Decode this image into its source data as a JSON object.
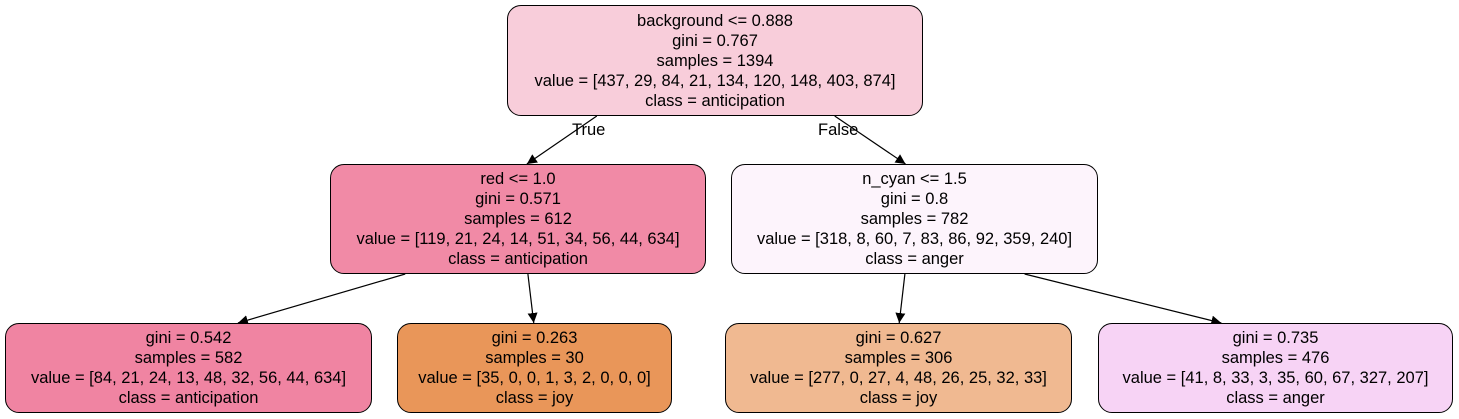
{
  "tree": {
    "edge_labels": {
      "left": "True",
      "right": "False"
    },
    "nodes": [
      {
        "id": "root",
        "split": "background <= 0.888",
        "gini": "gini = 0.767",
        "samples": "samples = 1394",
        "value": "value = [437, 29, 84, 21, 134, 120, 148, 403, 874]",
        "class": "class = anticipation",
        "fill": "#f8cdda"
      },
      {
        "id": "n1",
        "split": "red <= 1.0",
        "gini": "gini = 0.571",
        "samples": "samples = 612",
        "value": "value = [119, 21, 24, 14, 51, 34, 56, 44, 634]",
        "class": "class = anticipation",
        "fill": "#f18aa6"
      },
      {
        "id": "n2",
        "split": "n_cyan <= 1.5",
        "gini": "gini = 0.8",
        "samples": "samples = 782",
        "value": "value = [318, 8, 60, 7, 83, 86, 92, 359, 240]",
        "class": "class = anger",
        "fill": "#fdf4fc"
      },
      {
        "id": "n3",
        "split": "",
        "gini": "gini = 0.542",
        "samples": "samples = 582",
        "value": "value = [84, 21, 24, 13, 48, 32, 56, 44, 634]",
        "class": "class = anticipation",
        "fill": "#f084a2"
      },
      {
        "id": "n4",
        "split": "",
        "gini": "gini = 0.263",
        "samples": "samples = 30",
        "value": "value = [35, 0, 0, 1, 3, 2, 0, 0, 0]",
        "class": "class = joy",
        "fill": "#e99659"
      },
      {
        "id": "n5",
        "split": "",
        "gini": "gini = 0.627",
        "samples": "samples = 306",
        "value": "value = [277, 0, 27, 4, 48, 26, 25, 32, 33]",
        "class": "class = joy",
        "fill": "#f0b991"
      },
      {
        "id": "n6",
        "split": "",
        "gini": "gini = 0.735",
        "samples": "samples = 476",
        "value": "value = [41, 8, 33, 3, 35, 60, 67, 327, 207]",
        "class": "class = anger",
        "fill": "#f7d3f5"
      }
    ],
    "edges": [
      {
        "from": "root",
        "to": "n1"
      },
      {
        "from": "root",
        "to": "n2"
      },
      {
        "from": "n1",
        "to": "n3"
      },
      {
        "from": "n1",
        "to": "n4"
      },
      {
        "from": "n2",
        "to": "n5"
      },
      {
        "from": "n2",
        "to": "n6"
      }
    ]
  }
}
